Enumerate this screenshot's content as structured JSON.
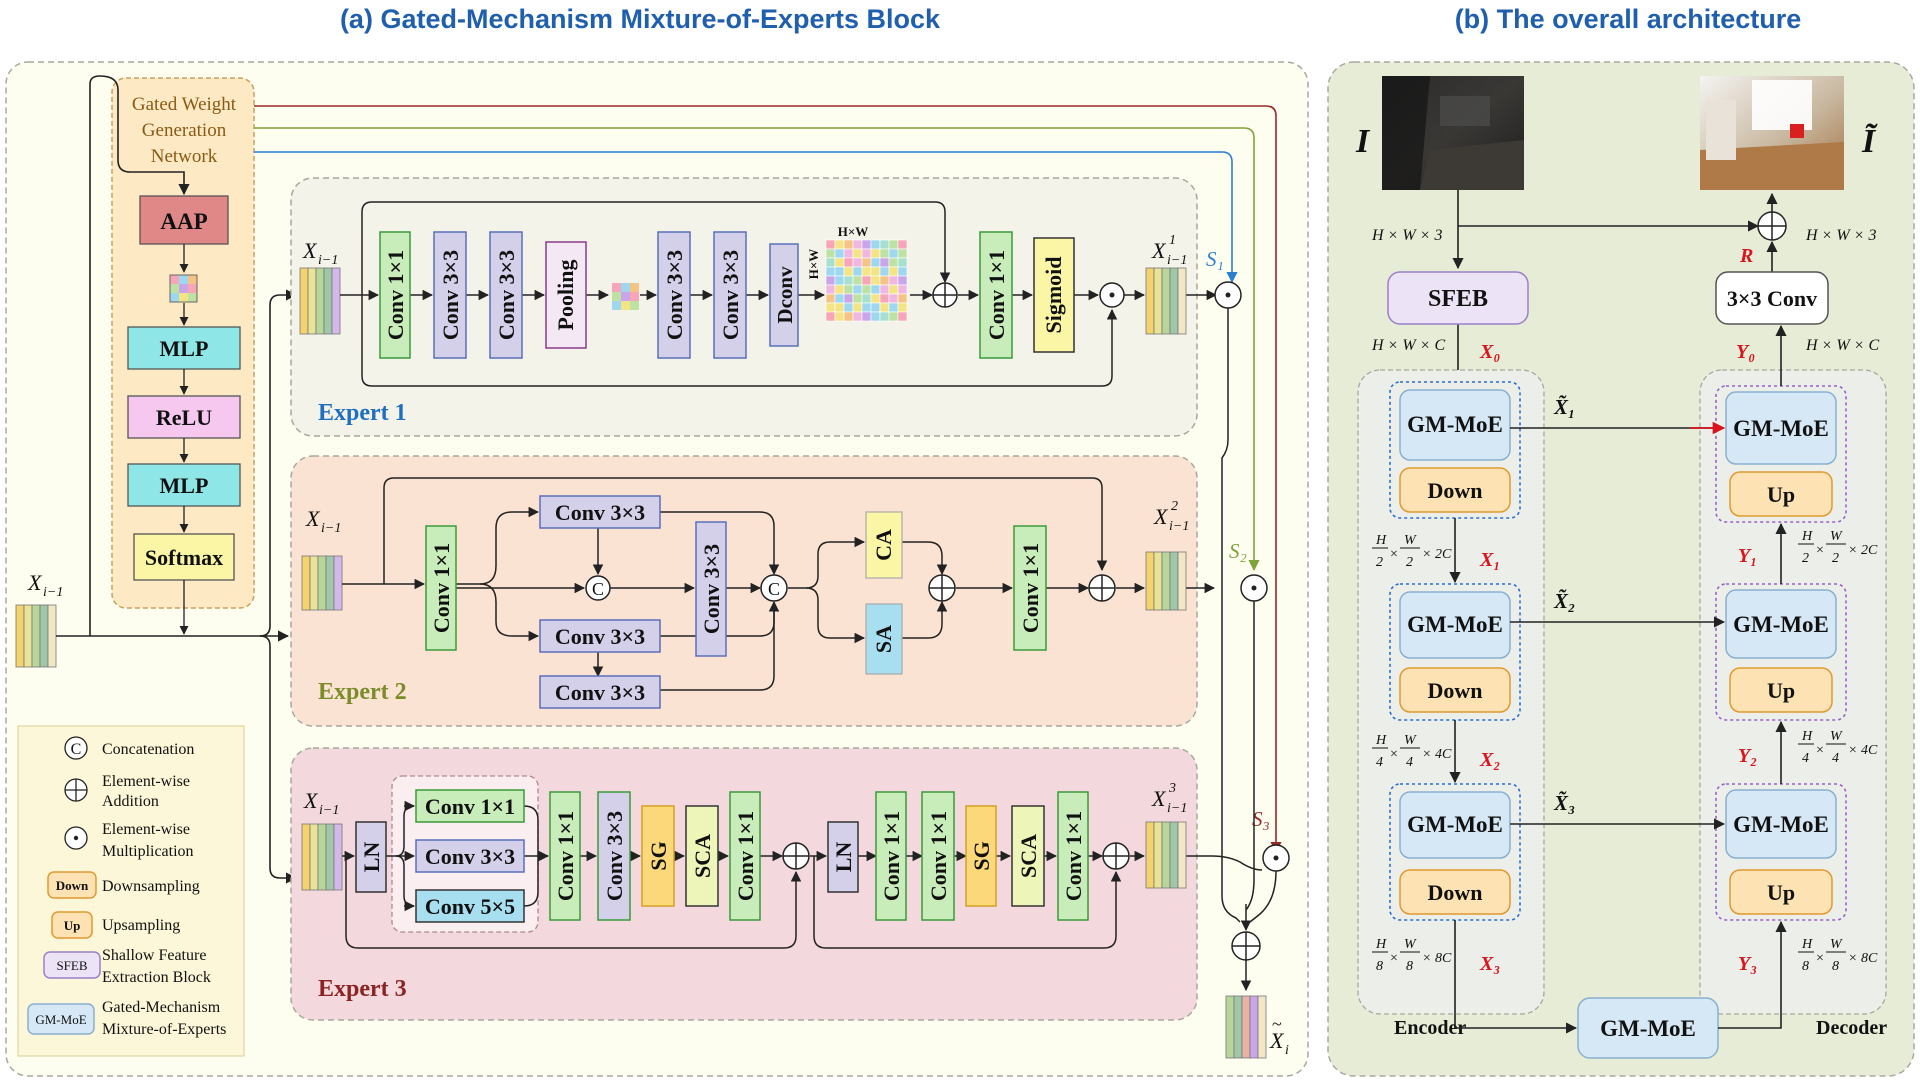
{
  "titles": {
    "left": "(a) Gated-Mechanism Mixture-of-Experts Block",
    "right": "(b) The overall architecture"
  },
  "gate": {
    "title_lines": [
      "Gated Weight",
      "Generation",
      "Network"
    ],
    "aap": "AAP",
    "mlp": "MLP",
    "relu": "ReLU",
    "softmax": "Softmax"
  },
  "symbols": {
    "x_prev": "X",
    "x_prev_sub": "i−1",
    "x_out_sub": "i",
    "s1": "S₁",
    "s2": "S₂",
    "s3": "S₃",
    "e1_sup": "1",
    "e2_sup": "2",
    "e3_sup": "3",
    "concat": "C"
  },
  "expert1": {
    "name": "Expert 1",
    "conv1x1": "Conv 1×1",
    "conv3x3": "Conv 3×3",
    "pooling": "Pooling",
    "dconv": "Dconv",
    "sigmoid": "Sigmoid",
    "hw": "H×W"
  },
  "expert2": {
    "name": "Expert 2",
    "conv1x1": "Conv 1×1",
    "conv3x3": "Conv 3×3",
    "ca": "CA",
    "sa": "SA"
  },
  "expert3": {
    "name": "Expert 3",
    "ln": "LN",
    "conv1x1": "Conv 1×1",
    "conv3x3": "Conv 3×3",
    "conv5x5": "Conv 5×5",
    "sg": "SG",
    "sca": "SCA"
  },
  "legend": [
    {
      "key": "C",
      "label": [
        "Concatenation"
      ]
    },
    {
      "key": "+",
      "label": [
        "Element-wise",
        "Addition"
      ]
    },
    {
      "key": "·",
      "label": [
        "Element-wise",
        "Multiplication"
      ]
    },
    {
      "key": "Down",
      "label": [
        "Downsampling"
      ]
    },
    {
      "key": "Up",
      "label": [
        "Upsampling"
      ]
    },
    {
      "key": "SFEB",
      "label": [
        "Shallow Feature",
        "Extraction Block"
      ]
    },
    {
      "key": "GM-MoE",
      "label": [
        "Gated-Mechanism",
        "Mixture-of-Experts"
      ]
    }
  ],
  "arch": {
    "input": "I",
    "output": "Ĩ",
    "sfeb": "SFEB",
    "conv": "3×3 Conv",
    "r": "R",
    "gm": "GM-MoE",
    "down": "Down",
    "up": "Up",
    "encoder": "Encoder",
    "decoder": "Decoder",
    "dim_top": "H × W × 3",
    "dim_c": "H × W × C",
    "dim_2c": "× 2C",
    "dim_4c": "× 4C",
    "dim_8c": "× 8C",
    "x0": "X₀",
    "x1": "X₁",
    "x2": "X₂",
    "x3": "X₃",
    "y0": "Y₀",
    "y1": "Y₁",
    "y2": "Y₂",
    "y3": "Y₃",
    "xt1": "X̃₁",
    "xt2": "X̃₂",
    "xt3": "X̃₃"
  },
  "colors": {
    "title": "#1f5fae",
    "expert1": "#1f6fc0",
    "expert2": "#7c8c2a",
    "expert3": "#8b2323",
    "red": "#d8141e",
    "green_arrow": "#7fa23a",
    "blue_arrow": "#2a7fd0",
    "dark_red_arrow": "#9b2a2a"
  }
}
